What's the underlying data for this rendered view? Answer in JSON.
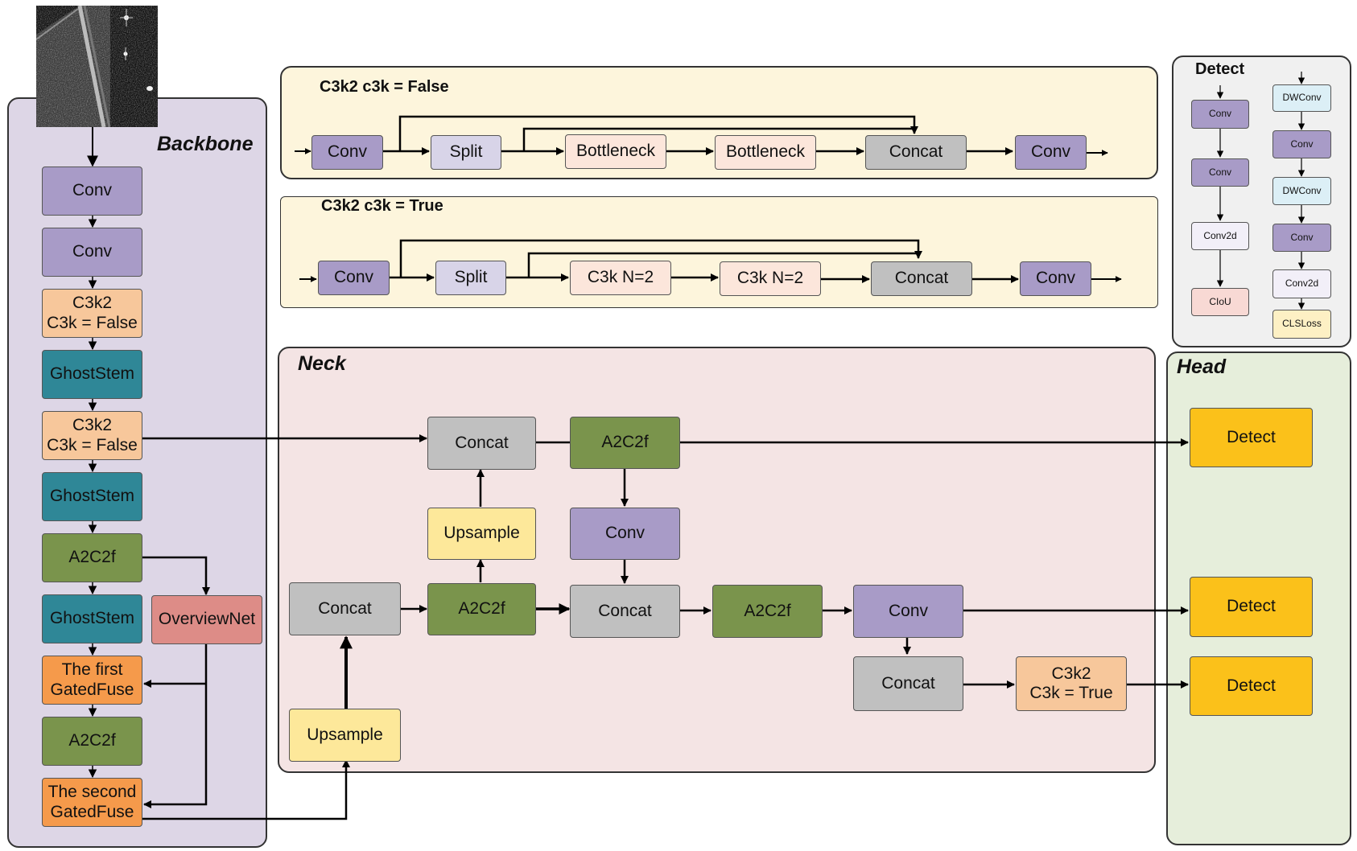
{
  "panels": {
    "backbone": "Backbone",
    "c3k2_false": "C3k2 c3k = False",
    "c3k2_true": "C3k2 c3k = True",
    "detect_detail": "Detect",
    "neck": "Neck",
    "head": "Head"
  },
  "backbone": {
    "conv1": "Conv",
    "conv2": "Conv",
    "c3k2_a_l1": "C3k2",
    "c3k2_a_l2": "C3k = False",
    "ghost1": "GhostStem",
    "c3k2_b_l1": "C3k2",
    "c3k2_b_l2": "C3k = False",
    "ghost2": "GhostStem",
    "a2c2f1": "A2C2f",
    "ghost3": "GhostStem",
    "overviewnet": "OverviewNet",
    "gf1_l1": "The first",
    "gf1_l2": "GatedFuse",
    "a2c2f2": "A2C2f",
    "gf2_l1": "The second",
    "gf2_l2": "GatedFuse"
  },
  "c3k2_false": {
    "conv_in": "Conv",
    "split": "Split",
    "bottleneck1": "Bottleneck",
    "bottleneck2": "Bottleneck",
    "concat": "Concat",
    "conv_out": "Conv"
  },
  "c3k2_true": {
    "conv_in": "Conv",
    "split": "Split",
    "c3k1": "C3k N=2",
    "c3k2": "C3k N=2",
    "concat": "Concat",
    "conv_out": "Conv"
  },
  "detect_detail": {
    "left": [
      "Conv",
      "Conv",
      "Conv2d",
      "CIoU"
    ],
    "right": [
      "DWConv",
      "Conv",
      "DWConv",
      "Conv",
      "Conv2d",
      "CLSLoss"
    ]
  },
  "neck": {
    "concat_top": "Concat",
    "a2c2f_top": "A2C2f",
    "upsample_top": "Upsample",
    "conv_mid": "Conv",
    "concat_left": "Concat",
    "a2c2f_mid": "A2C2f",
    "concat_mid": "Concat",
    "a2c2f_right": "A2C2f",
    "conv_right": "Conv",
    "concat_bottom": "Concat",
    "c3k2_l1": "C3k2",
    "c3k2_l2": "C3k = True",
    "upsample_bottom": "Upsample"
  },
  "head": {
    "detect1": "Detect",
    "detect2": "Detect",
    "detect3": "Detect"
  },
  "colors": {
    "conv": "#a89bc7",
    "concat": "#c0c0c0",
    "c3k2": "#f7c79b",
    "ghoststem": "#2f8797",
    "a2c2f": "#7a944c",
    "overviewnet": "#dd8c87",
    "gatedfuse": "#f59a4b",
    "upsample": "#fde89a",
    "detect": "#fbc11a",
    "backbone_bg": "#ddd6e6",
    "neck_bg": "#f4e4e4",
    "head_bg": "#e6eedb",
    "c3k2_panel_bg": "#fdf5dc"
  }
}
